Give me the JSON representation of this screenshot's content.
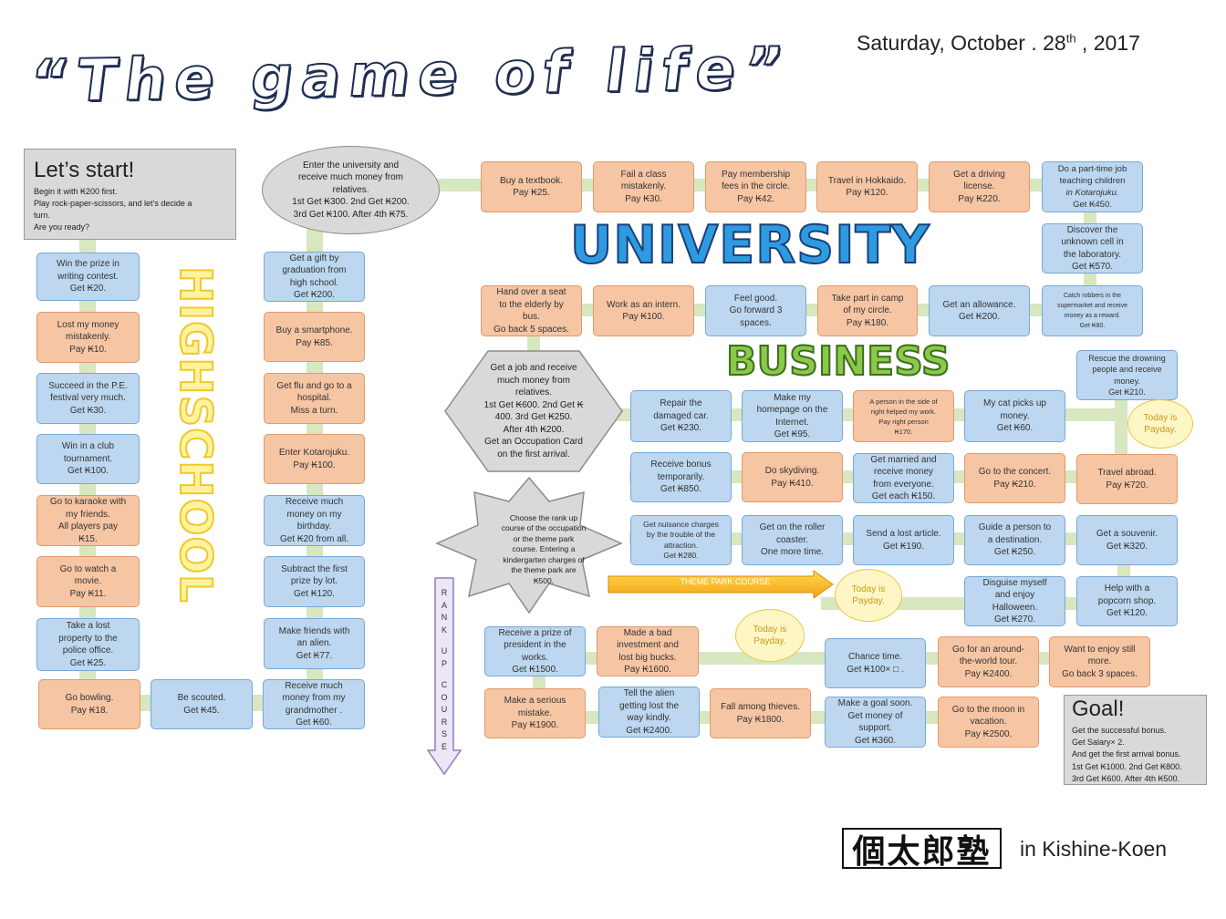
{
  "title": "“The game of life”",
  "date": {
    "main": "Saturday, October . 28",
    "sup": "th",
    "year": " , 2017"
  },
  "start": {
    "heading": "Let’s start!",
    "lines": [
      "Begin it with ₭200 first.",
      "Play rock-paper-scissors, and let’s decide a",
      "turn.",
      "Are you ready?"
    ]
  },
  "labels": {
    "highschool": "HIGHSCHOOL",
    "university": "UNIVERSITY",
    "business": "BUSINESS",
    "theme_park_course": "THEME  PARK  COURSE",
    "rank_up_course": [
      "R",
      "A",
      "N",
      "K",
      "",
      "U",
      "P",
      "",
      "C",
      "O",
      "U",
      "R",
      "S",
      "E"
    ]
  },
  "university_entry": [
    "Enter the university and",
    "receive much money from",
    "relatives.",
    "1st Get ₭300. 2nd Get ₭200.",
    "3rd Get ₭100. After 4th ₭75."
  ],
  "job_entry": [
    "Get a job and receive",
    "much money from",
    "relatives.",
    "1st Get ₭600. 2nd Get ₭",
    "400. 3rd Get ₭250.",
    "After 4th ₭200.",
    "Get an Occupation Card",
    "on the first arrival."
  ],
  "rank_choice": [
    "Choose the rank up",
    "course of the occupation",
    "or the theme park",
    "course. Entering a",
    "kindergarten charges of",
    "the theme park are",
    "₭500."
  ],
  "payday_text": [
    "Today is",
    "Payday."
  ],
  "goal": {
    "heading": "Goal!",
    "lines": [
      "Get the successful bonus.",
      "Get Salary× 2.",
      "And get the first arrival bonus.",
      "1st Get ₭1000. 2nd Get ₭800.",
      "3rd Get ₭600. After 4th ₭500."
    ]
  },
  "footer": {
    "logo": "個太郎塾",
    "location": "in Kishine-Koen"
  },
  "highschool_squares": [
    {
      "lines": [
        "Win the prize in",
        "writing contest.",
        "Get ₭20."
      ]
    },
    {
      "lines": [
        "Lost my money",
        "mistakenly.",
        "Pay ₭10."
      ]
    },
    {
      "lines": [
        "Succeed in the P.E.",
        "festival very much.",
        "Get ₭30."
      ]
    },
    {
      "lines": [
        "Win in a club",
        "tournament.",
        "Get ₭100."
      ]
    },
    {
      "lines": [
        "Go to karaoke with",
        "my friends.",
        "All players pay",
        "₭15."
      ]
    },
    {
      "lines": [
        "Go to watch a",
        "movie.",
        "Pay ₭11."
      ]
    },
    {
      "lines": [
        "Take a lost",
        "property to the",
        "police office.",
        "Get ₭25."
      ]
    },
    {
      "lines": [
        "Go bowling.",
        "Pay ₭18."
      ]
    },
    {
      "lines": [
        "Be scouted.",
        "Get ₭45."
      ]
    },
    {
      "lines": [
        "Receive much",
        "money from my",
        "grandmother .",
        "Get ₭60."
      ]
    },
    {
      "lines": [
        "Make friends with",
        "an alien.",
        "Get ₭77."
      ]
    },
    {
      "lines": [
        "Subtract the first",
        "prize by lot.",
        "Get ₭120."
      ]
    },
    {
      "lines": [
        "Receive much",
        "money on my",
        "birthday.",
        "Get ₭20 from all."
      ]
    },
    {
      "lines": [
        "Enter Kotarojuku.",
        "Pay ₭100."
      ]
    },
    {
      "lines": [
        "Get flu and go to a",
        "hospital.",
        "Miss a turn."
      ]
    },
    {
      "lines": [
        "Buy a smartphone.",
        "Pay ₭85."
      ]
    },
    {
      "lines": [
        "Get a gift by",
        "graduation from",
        "high school.",
        "Get ₭200."
      ]
    }
  ],
  "university_squares": [
    {
      "lines": [
        "Buy a textbook.",
        "Pay ₭25."
      ]
    },
    {
      "lines": [
        "Fail a class",
        "mistakenly.",
        "Pay ₭30."
      ]
    },
    {
      "lines": [
        "Pay membership",
        "fees in the circle.",
        "Pay ₭42."
      ]
    },
    {
      "lines": [
        "Travel in Hokkaido.",
        "Pay ₭120."
      ]
    },
    {
      "lines": [
        "Get a driving",
        "license.",
        "Pay ₭220."
      ]
    },
    {
      "lines": [
        "Do a part-time job",
        "teaching children",
        "in Kotarojuku.",
        "Get ₭450."
      ]
    },
    {
      "lines": [
        "Discover the",
        "unknown cell in",
        "the laboratory.",
        "Get ₭570."
      ]
    },
    {
      "lines": [
        "Catch robbers in the",
        "supermarket and receive",
        "money as a reward.",
        "Get ₭80."
      ]
    },
    {
      "lines": [
        "Get an allowance.",
        "Get ₭200."
      ]
    },
    {
      "lines": [
        "Take part in camp",
        "of my circle.",
        "Pay ₭180."
      ]
    },
    {
      "lines": [
        "Feel good.",
        "Go forward 3",
        "spaces."
      ]
    },
    {
      "lines": [
        "Work as an intern.",
        "Pay ₭100."
      ]
    },
    {
      "lines": [
        "Hand over a seat",
        "to the elderly by",
        "bus.",
        "Go back 5 spaces."
      ]
    }
  ],
  "business_squares": [
    {
      "lines": [
        "Repair the",
        "damaged car.",
        "Get ₭230."
      ]
    },
    {
      "lines": [
        "Make my",
        "homepage on the",
        "Internet.",
        "Get ₭95."
      ]
    },
    {
      "lines": [
        "A person in the side of",
        "right helped my work.",
        "Pay right person",
        "₭170."
      ]
    },
    {
      "lines": [
        "My cat picks up",
        "money.",
        "Get ₭60."
      ]
    },
    {
      "lines": [
        "Rescue the drowning",
        "people and receive",
        "money.",
        "Get ₭210."
      ]
    },
    {
      "lines": [
        "Travel abroad.",
        "Pay ₭720."
      ]
    },
    {
      "lines": [
        "Go to the concert.",
        "Pay ₭210."
      ]
    },
    {
      "lines": [
        "Get married and",
        "receive money",
        "from everyone.",
        "Get each ₭150."
      ]
    },
    {
      "lines": [
        "Do skydiving.",
        "Pay ₭410."
      ]
    },
    {
      "lines": [
        "Receive bonus",
        "temporarily.",
        "Get ₭850."
      ]
    },
    {
      "lines": [
        "Get nuisance charges",
        "by the trouble  of the",
        "attraction.",
        "Get ₭280."
      ]
    },
    {
      "lines": [
        "Get on the roller",
        "coaster.",
        "One more time."
      ]
    },
    {
      "lines": [
        "Send a lost article.",
        "Get ₭190."
      ]
    },
    {
      "lines": [
        "Guide a person to",
        "a destination.",
        "Get ₭250."
      ]
    },
    {
      "lines": [
        "Get a souvenir.",
        "Get ₭320."
      ]
    },
    {
      "lines": [
        "Help with a",
        "popcorn shop.",
        "Get ₭120."
      ]
    },
    {
      "lines": [
        "Disguise myself",
        "and enjoy",
        "Halloween.",
        "Get ₭270."
      ]
    }
  ],
  "rankup_squares": [
    {
      "lines": [
        "Receive a prize of",
        "president in the",
        "works.",
        "Get ₭1500."
      ]
    },
    {
      "lines": [
        "Made a bad",
        "investment and",
        "lost big bucks.",
        "Pay ₭1600."
      ]
    },
    {
      "lines": [
        "Make a serious",
        "mistake.",
        "Pay ₭1900."
      ]
    },
    {
      "lines": [
        "Tell the alien",
        "getting lost the",
        "way kindly.",
        "Get ₭2400."
      ]
    },
    {
      "lines": [
        "Fall among thieves.",
        "Pay ₭1800."
      ]
    },
    {
      "lines": [
        "Chance time.",
        "Get ₭100× □ ."
      ]
    },
    {
      "lines": [
        "Make a goal soon.",
        "Get money of",
        "support.",
        "Get ₭360."
      ]
    },
    {
      "lines": [
        "Go for an around-",
        "the-world tour.",
        "Pay ₭2400."
      ]
    },
    {
      "lines": [
        "Go to the moon in",
        "vacation.",
        "Pay ₭2500."
      ]
    },
    {
      "lines": [
        "Want to enjoy still",
        "more.",
        "Go back 3 spaces."
      ]
    }
  ]
}
